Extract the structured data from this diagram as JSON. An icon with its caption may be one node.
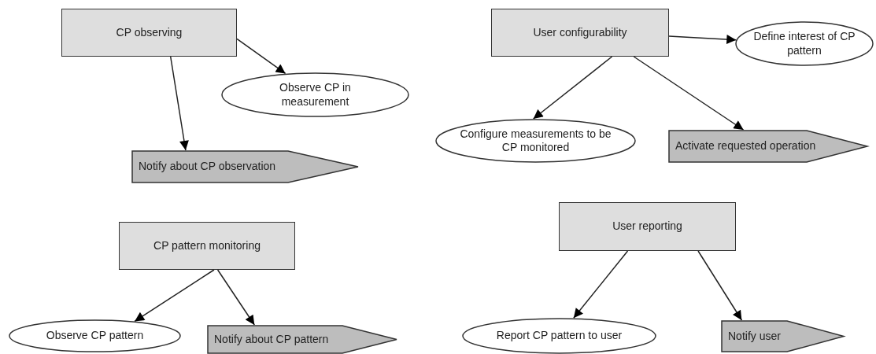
{
  "diagram": {
    "nodes": [
      {
        "text": [
          "CP observing"
        ]
      },
      {
        "text": [
          "Observe CP in measurement"
        ]
      },
      {
        "text": [
          "Notify about CP observation"
        ]
      },
      {
        "text": [
          "User configurability"
        ]
      },
      {
        "text": [
          "Define interest of CP pattern"
        ]
      },
      {
        "text": [
          "Configure measurements to be CP monitored"
        ]
      },
      {
        "text": [
          "Activate requested operation"
        ]
      },
      {
        "text": [
          "CP pattern monitoring"
        ]
      },
      {
        "text": [
          "Observe CP pattern"
        ]
      },
      {
        "text": [
          "Notify about CP pattern"
        ]
      },
      {
        "text": [
          "User reporting"
        ]
      },
      {
        "text": [
          "Report CP pattern to user"
        ]
      },
      {
        "text": [
          "Notify user"
        ]
      }
    ],
    "edges": [
      {
        "from": 0,
        "to": 1,
        "arrow": "to"
      },
      {
        "from": 0,
        "to": 2,
        "arrow": "to"
      },
      {
        "from": 3,
        "to": 4,
        "arrow": "to"
      },
      {
        "from": 3,
        "to": 5,
        "arrow": "to"
      },
      {
        "from": 3,
        "to": 6,
        "arrow": "to"
      },
      {
        "from": 7,
        "to": 8,
        "arrow": "to"
      },
      {
        "from": 7,
        "to": 9,
        "arrow": "to"
      },
      {
        "from": 10,
        "to": 11,
        "arrow": "to"
      },
      {
        "from": 10,
        "to": 12,
        "arrow": "to"
      }
    ]
  }
}
